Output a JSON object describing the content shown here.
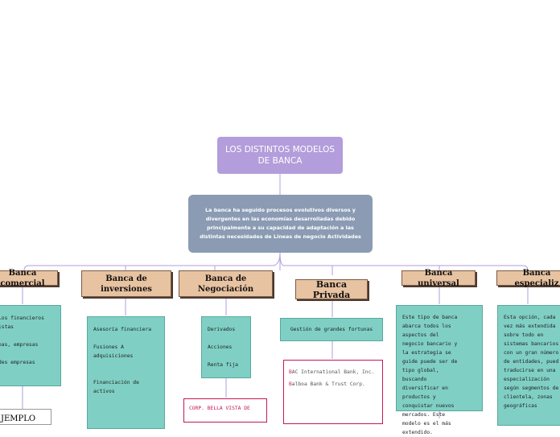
{
  "root": {
    "title": "LOS DISTINTOS MODELOS DE BANCA"
  },
  "intro": {
    "text": "La banca ha seguido procesos evolutivos diversos y divergentes en las economías desarrolladas debido principalmente a su capacidad de adaptación a las distintas necesidades de Líneas de negocio Actividades"
  },
  "categories": [
    {
      "label": "Banca comercial"
    },
    {
      "label": "Banca de inversiones"
    },
    {
      "label": "Banca de Negociación"
    },
    {
      "label": "Banca Privada"
    },
    {
      "label": "Banca universal"
    },
    {
      "label": "Banca especializ"
    }
  ],
  "comercial": {
    "lines": [
      "Los financieros",
      "istas",
      "nas, empresas",
      "des empresas"
    ],
    "example": "JEMPLO"
  },
  "inversiones": {
    "items": [
      "Asesoría financiera",
      "Fusiones A adquisiciones",
      "Financiación de activos"
    ]
  },
  "negociacion": {
    "items": [
      "Derivados",
      "Acciones",
      "Renta fija"
    ],
    "example": "CORP. BELLA VISTA DE"
  },
  "privada": {
    "service": "Gestión de grandes fortunas",
    "banks": [
      {
        "first": "B",
        "rest": "AC International Bank, Inc."
      },
      {
        "first": "B",
        "rest": "alboa Bank & Trust Corp."
      }
    ]
  },
  "universal": {
    "text": "Este tipo de banca abarca todos los aspectos del negocio bancario y la estrategia se guide puede ser de tipo global, buscando diversificar en productos y conquistar nuevos mercados. Este modelo es el más extendido."
  },
  "especializada": {
    "lines": [
      "Esta opción, cada",
      "vez más extendida",
      "sobre todo en",
      "sistemas bancarios",
      "con un gran número",
      "de entidades, pued",
      "traducirse en una",
      "especialización",
      "según segmentos de",
      "clientela, zonas",
      "geográficas"
    ]
  }
}
